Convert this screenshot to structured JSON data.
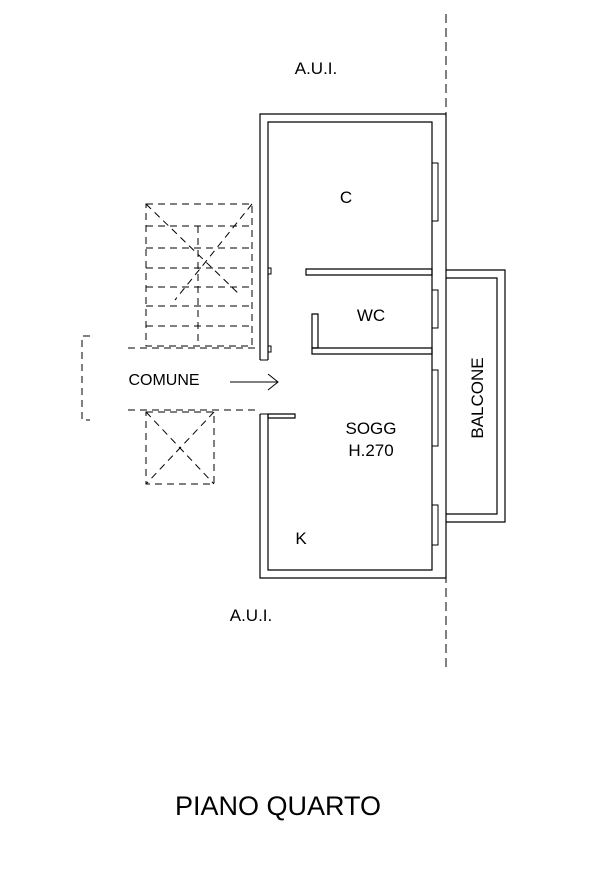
{
  "labels": {
    "aui_top": "A.U.I.",
    "aui_bottom": "A.U.I.",
    "room_c": "C",
    "room_wc": "WC",
    "room_sogg": "SOGG",
    "room_sogg_height": "H.270",
    "room_k": "K",
    "comune": "COMUNE",
    "balcone": "BALCONE"
  },
  "title": "PIANO QUARTO"
}
